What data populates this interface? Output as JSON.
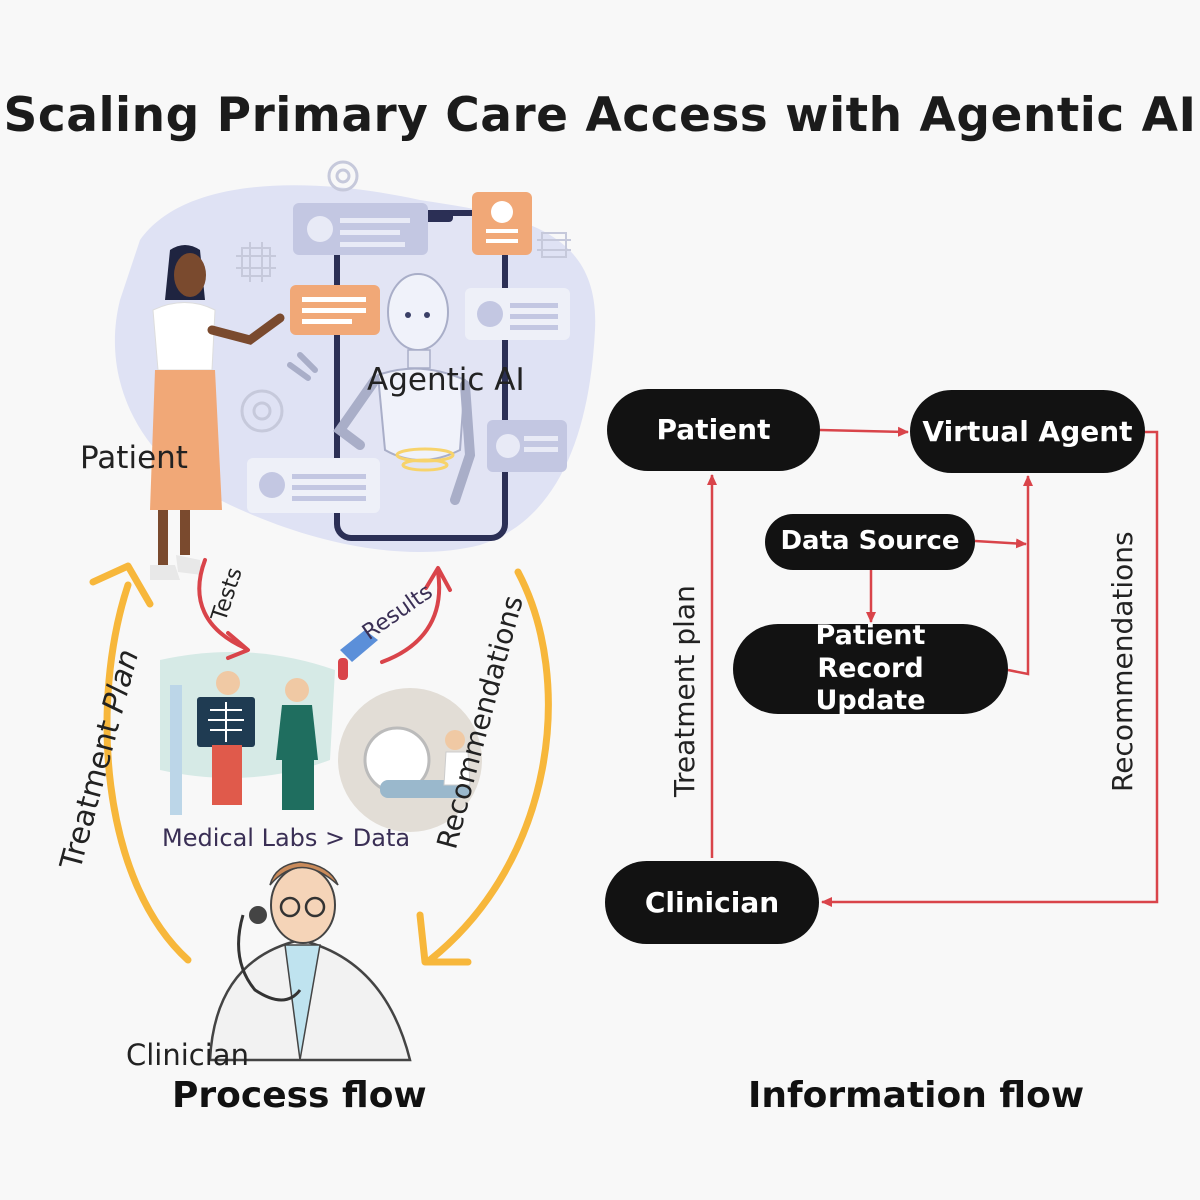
{
  "title": "Scaling Primary Care Access with Agentic AI",
  "process_flow": {
    "caption": "Process flow",
    "labels": {
      "patient": "Patient",
      "agentic_ai": "Agentic AI",
      "tests": "Tests",
      "results": "Results",
      "medical_labs": "Medical Labs > Data",
      "treatment_plan_word1": "Treatment",
      "treatment_plan_word2": "Plan",
      "recommendations": "Recommendations",
      "clinician": "Clinician"
    }
  },
  "information_flow": {
    "caption": "Information flow",
    "nodes": {
      "patient": "Patient",
      "virtual_agent": "Virtual Agent",
      "data_source": "Data Source",
      "patient_record_update": "Patient Record Update",
      "clinician": "Clinician"
    },
    "edge_labels": {
      "treatment_plan": "Treatment plan",
      "recommendations": "Recommendations"
    }
  },
  "colors": {
    "node_fill": "#121212",
    "info_arrow": "#d9444a",
    "process_arrow_orange": "#f7b73b",
    "process_arrow_red": "#d9444a",
    "blob": "#dfe2f4",
    "card_orange": "#f1a877",
    "card_gray": "#c3c7e2"
  }
}
